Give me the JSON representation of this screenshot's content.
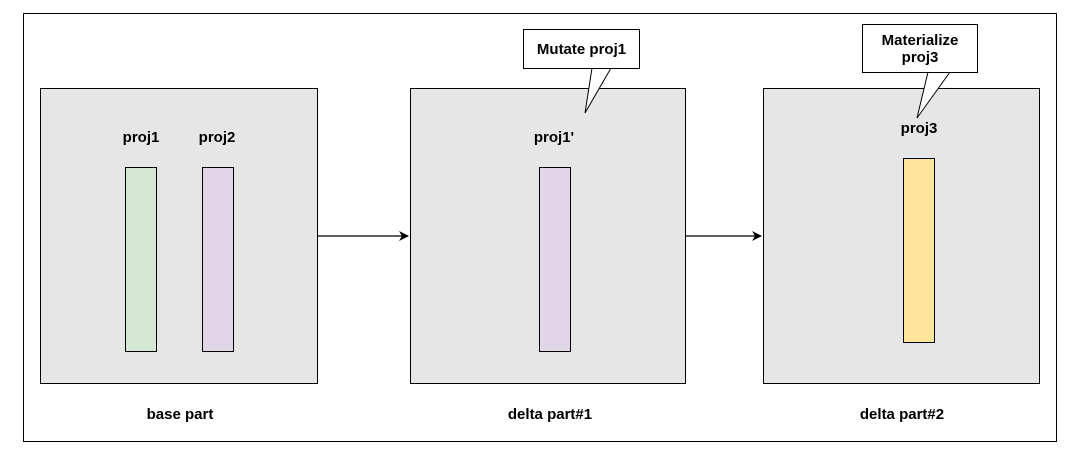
{
  "parts": [
    {
      "id": "base",
      "label": "base part",
      "columns": [
        {
          "label": "proj1",
          "color": "#d5e8d4"
        },
        {
          "label": "proj2",
          "color": "#e1d5e7"
        }
      ]
    },
    {
      "id": "d1",
      "label": "delta part#1",
      "columns": [
        {
          "label": "proj1'",
          "color": "#e1d5e7"
        }
      ],
      "callout": "Mutate proj1"
    },
    {
      "id": "d2",
      "label": "delta part#2",
      "columns": [
        {
          "label": "proj3",
          "color": "#ffe599"
        }
      ],
      "callout": "Materialize proj3"
    }
  ],
  "colors": {
    "part_fill": "#e6e6e6",
    "stroke": "#000000"
  }
}
